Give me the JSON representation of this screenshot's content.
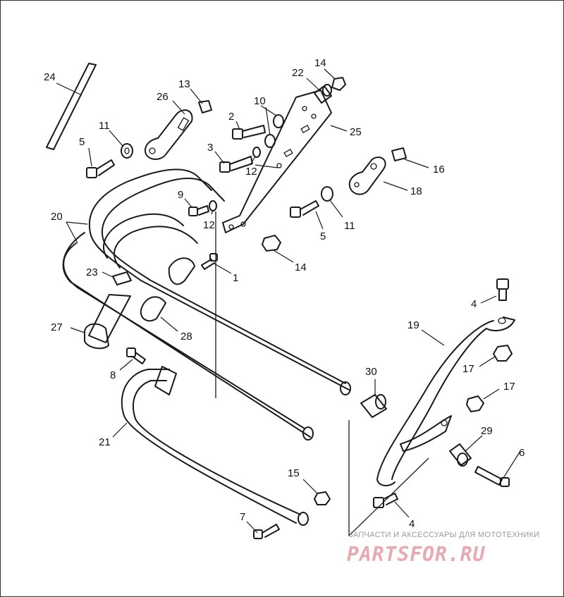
{
  "callouts": [
    {
      "id": "c1",
      "label": "1"
    },
    {
      "id": "c2",
      "label": "2"
    },
    {
      "id": "c3",
      "label": "3"
    },
    {
      "id": "c4a",
      "label": "4"
    },
    {
      "id": "c4b",
      "label": "4"
    },
    {
      "id": "c5a",
      "label": "5"
    },
    {
      "id": "c5b",
      "label": "5"
    },
    {
      "id": "c6",
      "label": "6"
    },
    {
      "id": "c7",
      "label": "7"
    },
    {
      "id": "c8",
      "label": "8"
    },
    {
      "id": "c9",
      "label": "9"
    },
    {
      "id": "c10",
      "label": "10"
    },
    {
      "id": "c11a",
      "label": "11"
    },
    {
      "id": "c11b",
      "label": "11"
    },
    {
      "id": "c12a",
      "label": "12"
    },
    {
      "id": "c12b",
      "label": "12"
    },
    {
      "id": "c13",
      "label": "13"
    },
    {
      "id": "c14a",
      "label": "14"
    },
    {
      "id": "c14b",
      "label": "14"
    },
    {
      "id": "c15",
      "label": "15"
    },
    {
      "id": "c16",
      "label": "16"
    },
    {
      "id": "c17a",
      "label": "17"
    },
    {
      "id": "c17b",
      "label": "17"
    },
    {
      "id": "c18",
      "label": "18"
    },
    {
      "id": "c19",
      "label": "19"
    },
    {
      "id": "c20",
      "label": "20"
    },
    {
      "id": "c21",
      "label": "21"
    },
    {
      "id": "c22",
      "label": "22"
    },
    {
      "id": "c23",
      "label": "23"
    },
    {
      "id": "c24",
      "label": "24"
    },
    {
      "id": "c25",
      "label": "25"
    },
    {
      "id": "c26",
      "label": "26"
    },
    {
      "id": "c27",
      "label": "27"
    },
    {
      "id": "c28",
      "label": "28"
    },
    {
      "id": "c29",
      "label": "29"
    },
    {
      "id": "c30",
      "label": "30"
    }
  ],
  "watermark": {
    "tagline": "ЗАПЧАСТИ И АКСЕССУАРЫ ДЛЯ МОТОТЕХНИКИ",
    "brand": "PARTSFOR.RU",
    "color": "#e8aab0"
  }
}
